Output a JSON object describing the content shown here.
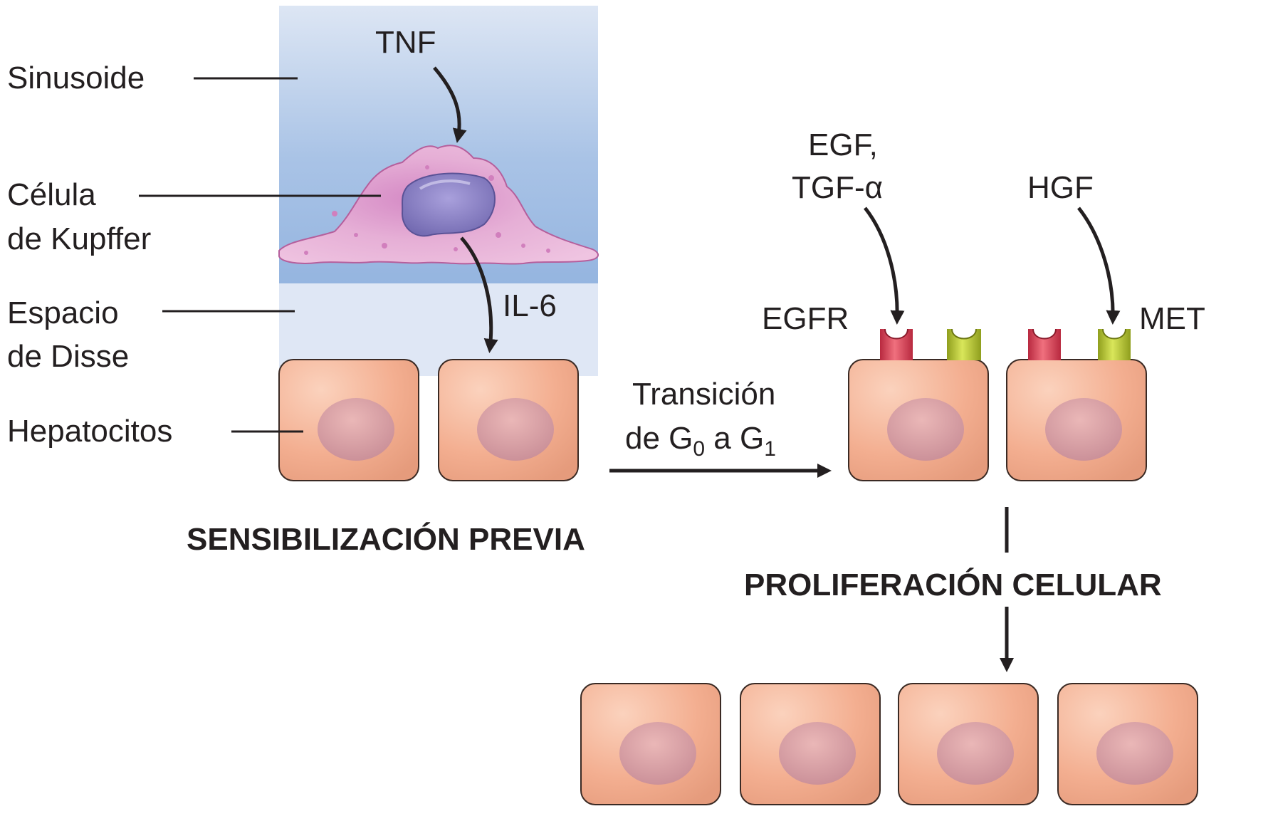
{
  "labels": {
    "sinusoide": "Sinusoide",
    "celula_line1": "Célula",
    "celula_line2": "de  Kupffer",
    "espacio_line1": "Espacio",
    "espacio_line2": "de Disse",
    "hepatocitos": "Hepatocitos",
    "tnf": "TNF",
    "il6": "IL-6",
    "egf_line1": "EGF,",
    "egf_line2": "TGF-α",
    "hgf": "HGF",
    "egfr": "EGFR",
    "met": "MET",
    "transicion_line1": "Transición",
    "transicion_line2_pre": "de G",
    "transicion_sub0": "0",
    "transicion_mid": " a G",
    "transicion_sub1": "1",
    "sensibilizacion": "SENSIBILIZACIÓN PREVIA",
    "proliferacion": "PROLIFERACIÓN CELULAR"
  },
  "colors": {
    "sinusoid_top": "#dde6f4",
    "sinusoid_mid": "#9fbde3",
    "disse_space": "#dfe7f5",
    "hepatocyte_fill": "#f1ab8d",
    "hepatocyte_stroke": "#3a2a24",
    "nucleus": "#d9a0a4",
    "kupffer_body": "#e8b4d8",
    "kupffer_nucleus": "#8f86c6",
    "egfr_red": "#d9455a",
    "met_green": "#b9c93a"
  }
}
